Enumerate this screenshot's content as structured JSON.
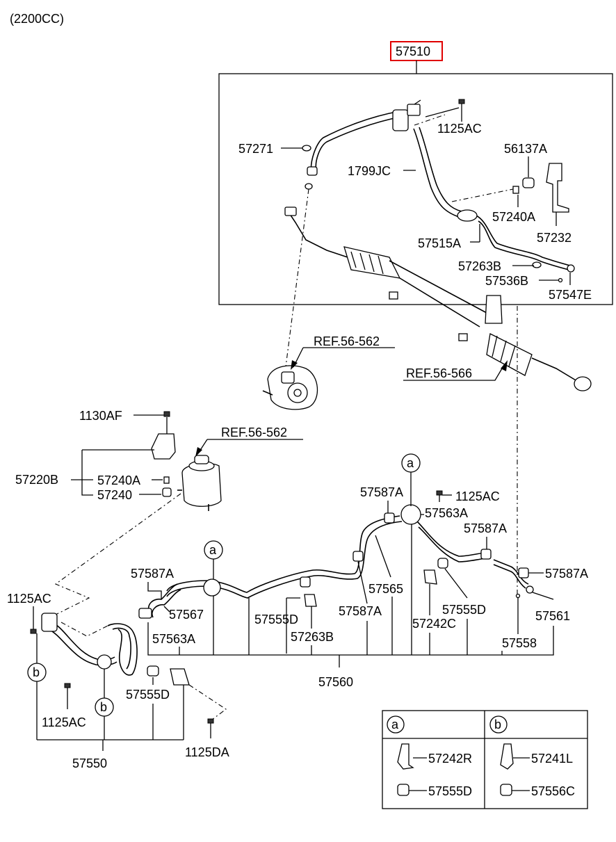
{
  "header": {
    "engine": "(2200CC)"
  },
  "assembly_label": "57510",
  "labels": {
    "p57271": "57271",
    "p1125AC_top": "1125AC",
    "p56137A": "56137A",
    "p1799JC": "1799JC",
    "p57240A_top": "57240A",
    "p57232": "57232",
    "p57515A": "57515A",
    "p57263B_top": "57263B",
    "p57536B": "57536B",
    "p57547E": "57547E",
    "ref_pump": "REF.56-562",
    "ref_gear": "REF.56-566",
    "p1130AF": "1130AF",
    "ref_reservoir": "REF.56-562",
    "p57220B": "57220B",
    "p57240A_res": "57240A",
    "p57240": "57240",
    "p57587A_1": "57587A",
    "p1125AC_mid": "1125AC",
    "p57563A_top": "57563A",
    "p57587A_2": "57587A",
    "p57587A_3": "57587A",
    "p57587A_4": "57587A",
    "p57565": "57565",
    "p57567": "57567",
    "p57555D_1": "57555D",
    "p57555D_2": "57555D",
    "p57587A_5": "57587A",
    "p57242C": "57242C",
    "p57561": "57561",
    "p57263B_mid": "57263B",
    "p57563A_bot": "57563A",
    "p57558": "57558",
    "p1125AC_left": "1125AC",
    "p57560": "57560",
    "p57555D_3": "57555D",
    "p1125AC_bot": "1125AC",
    "p1125DA": "1125DA",
    "p57550": "57550"
  },
  "callouts": {
    "a": "a",
    "b": "b"
  },
  "legend": {
    "a": {
      "key": "a",
      "items": [
        "57242R",
        "57555D"
      ]
    },
    "b": {
      "key": "b",
      "items": [
        "57241L",
        "57556C"
      ]
    }
  },
  "colors": {
    "highlight_box": "#e00000",
    "lines": "#000000"
  }
}
